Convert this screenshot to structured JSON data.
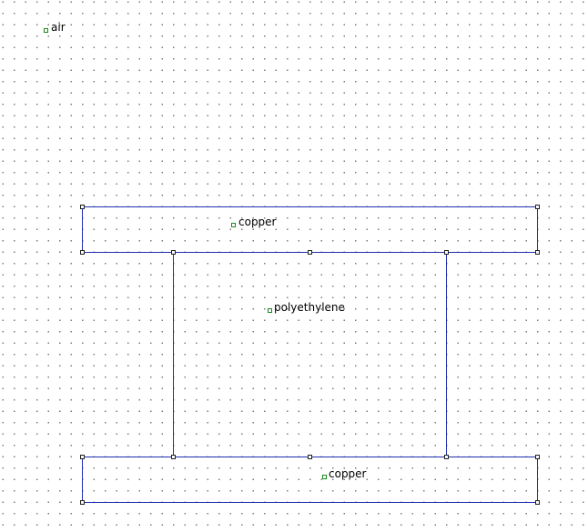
{
  "labels": {
    "air": "air",
    "copper_top": "copper",
    "polyethylene": "polyethylene",
    "copper_bottom": "copper"
  },
  "colors": {
    "segment": "#1f2fb0",
    "node_outline": "#202020",
    "label_marker": "#1a8a1a",
    "grid_dot": "#7a7a7a"
  }
}
